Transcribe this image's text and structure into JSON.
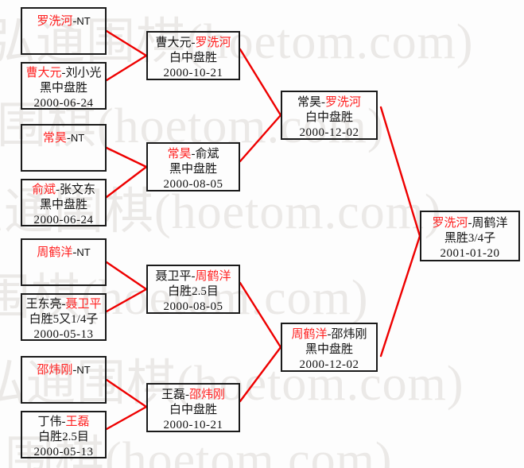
{
  "meta": {
    "watermark_text": "弘通围棋(hoetom.com)",
    "colors": {
      "winner": "#ff2020",
      "text": "#111111",
      "border": "#1a1a1a",
      "connector": "#ee0000",
      "watermark": "#ebe9e7"
    }
  },
  "bracket": {
    "round1": [
      {
        "winner": "罗洗河",
        "sep": "-",
        "opponent": "NT",
        "result": "",
        "date": "",
        "bye": true
      },
      {
        "winner": "曹大元",
        "sep": "-",
        "opponent": "刘小光",
        "result": "黑中盘胜",
        "date": "2000-06-24",
        "bye": false
      },
      {
        "winner": "常昊",
        "sep": "-",
        "opponent": "NT",
        "result": "",
        "date": "",
        "bye": true
      },
      {
        "winner": "俞斌",
        "sep": "-",
        "opponent": "张文东",
        "result": "黑中盘胜",
        "date": "2000-06-24",
        "bye": false
      },
      {
        "winner": "周鹤洋",
        "sep": "-",
        "opponent": "NT",
        "result": "",
        "date": "",
        "bye": true
      },
      {
        "winner": "聂卫平",
        "sep": "-",
        "opponent": "王东亮",
        "result": "白胜5又1/4子",
        "date": "2000-05-13",
        "bye": false,
        "winner_side": "right",
        "left_name": "王东亮",
        "right_name": "聂卫平"
      },
      {
        "winner": "邵炜刚",
        "sep": "-",
        "opponent": "NT",
        "result": "",
        "date": "",
        "bye": true
      },
      {
        "winner": "王磊",
        "sep": "-",
        "opponent": "丁伟",
        "result": "白胜2.5目",
        "date": "2000-05-13",
        "bye": false,
        "winner_side": "right",
        "left_name": "丁伟",
        "right_name": "王磊"
      }
    ],
    "round2": [
      {
        "left_name": "曹大元",
        "sep": "-",
        "right_name": "罗洗河",
        "winner_side": "right",
        "result": "白中盘胜",
        "date": "2000-10-21"
      },
      {
        "left_name": "常昊",
        "sep": "-",
        "right_name": "俞斌",
        "winner_side": "left",
        "result": "黑中盘胜",
        "date": "2000-08-05"
      },
      {
        "left_name": "聂卫平",
        "sep": "-",
        "right_name": "周鹤洋",
        "winner_side": "right",
        "result": "白胜2.5目",
        "date": "2000-08-05"
      },
      {
        "left_name": "王磊",
        "sep": "-",
        "right_name": "邵炜刚",
        "winner_side": "right",
        "result": "白中盘胜",
        "date": "2000-10-21"
      }
    ],
    "round3": [
      {
        "left_name": "常昊",
        "sep": "-",
        "right_name": "罗洗河",
        "winner_side": "right",
        "result": "白中盘胜",
        "date": "2000-12-02"
      },
      {
        "left_name": "周鹤洋",
        "sep": "-",
        "right_name": "邵炜刚",
        "winner_side": "left",
        "result": "黑中盘胜",
        "date": "2000-12-02"
      }
    ],
    "final": [
      {
        "left_name": "罗洗河",
        "sep": "-",
        "right_name": "周鹤洋",
        "winner_side": "left",
        "result": "黑胜3/4子",
        "date": "2001-01-20"
      }
    ]
  }
}
